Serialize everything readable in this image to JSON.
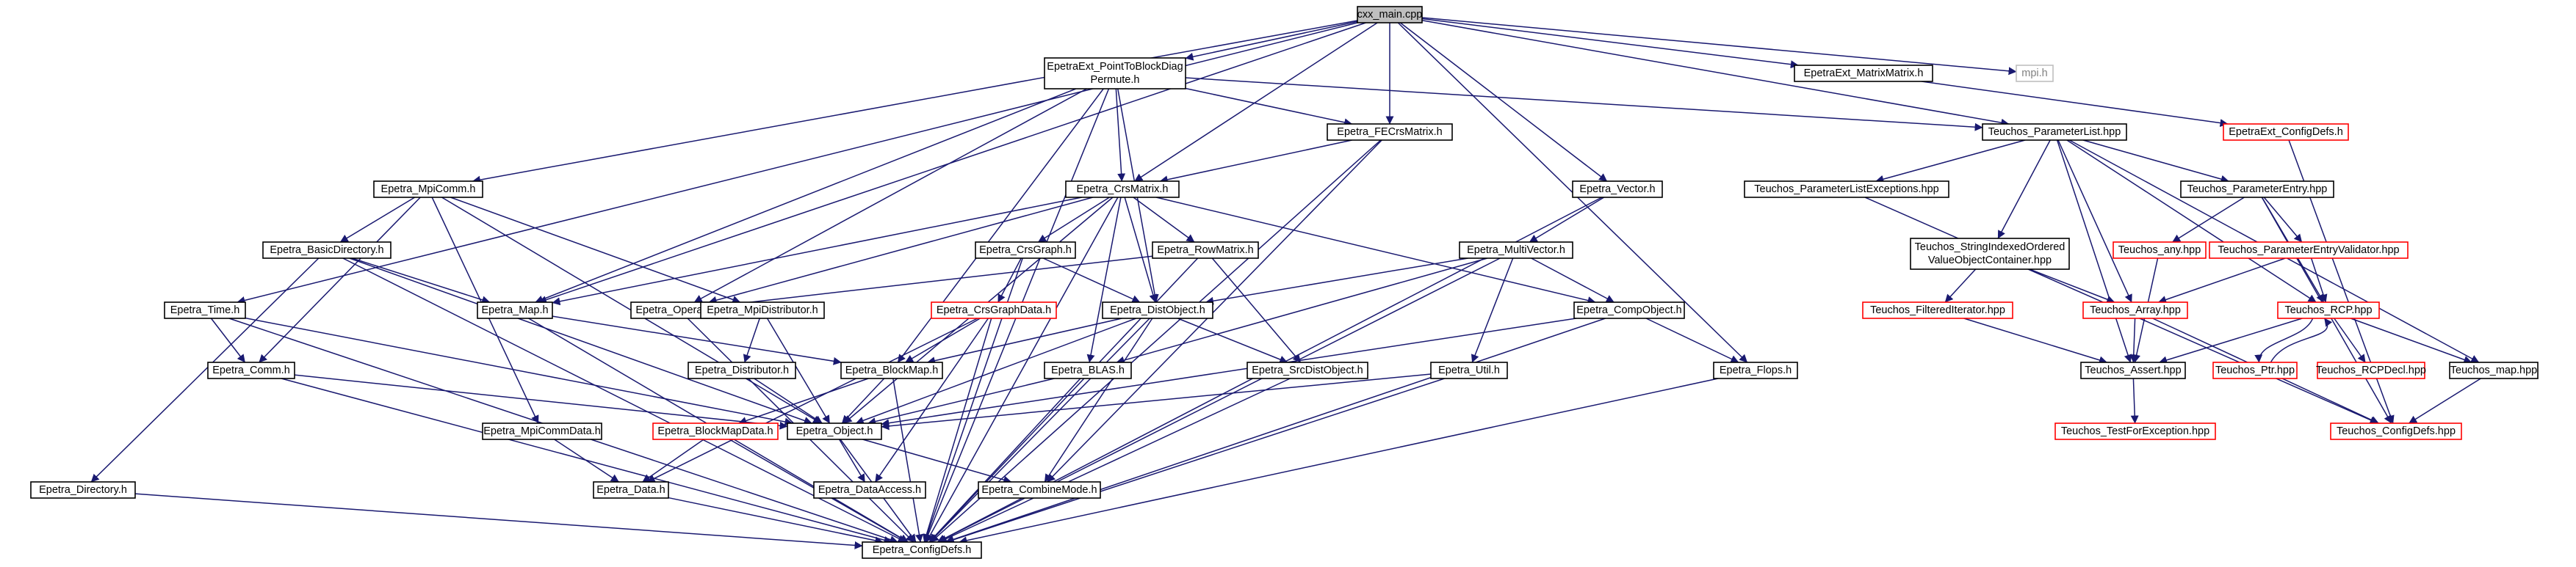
{
  "colors": {
    "edge": "#191970",
    "node_border": "#000000",
    "node_border_truncated": "#ff0000",
    "node_border_external": "#bfbfbf",
    "root_fill": "#bfbfbf",
    "text": "#000000",
    "text_external": "#808080"
  },
  "nodes": {
    "cxx_main": {
      "label": "cxx_main.cpp",
      "kind": "root"
    },
    "PointToBlockDiag": {
      "label": [
        "EpetraExt_PointToBlockDiag",
        "Permute.h"
      ],
      "kind": "normal"
    },
    "EpetraExt_MatrixMatrix": {
      "label": "EpetraExt_MatrixMatrix.h",
      "kind": "normal"
    },
    "mpi_h": {
      "label": "mpi.h",
      "kind": "external"
    },
    "EpetraExt_ConfigDefs": {
      "label": "EpetraExt_ConfigDefs.h",
      "kind": "truncated"
    },
    "Teuchos_ParameterList": {
      "label": "Teuchos_ParameterList.hpp",
      "kind": "normal"
    },
    "Epetra_FECrsMatrix": {
      "label": "Epetra_FECrsMatrix.h",
      "kind": "normal"
    },
    "Epetra_CrsMatrix": {
      "label": "Epetra_CrsMatrix.h",
      "kind": "normal"
    },
    "Epetra_Vector": {
      "label": "Epetra_Vector.h",
      "kind": "normal"
    },
    "Epetra_MpiComm": {
      "label": "Epetra_MpiComm.h",
      "kind": "normal"
    },
    "Epetra_BasicDirectory": {
      "label": "Epetra_BasicDirectory.h",
      "kind": "normal"
    },
    "Epetra_Time": {
      "label": "Epetra_Time.h",
      "kind": "normal"
    },
    "Epetra_Map": {
      "label": "Epetra_Map.h",
      "kind": "normal"
    },
    "Epetra_Operator": {
      "label": "Epetra_Operator.h",
      "kind": "normal"
    },
    "Epetra_CrsGraph": {
      "label": "Epetra_CrsGraph.h",
      "kind": "normal"
    },
    "Epetra_RowMatrix": {
      "label": "Epetra_RowMatrix.h",
      "kind": "normal"
    },
    "Epetra_MultiVector": {
      "label": "Epetra_MultiVector.h",
      "kind": "normal"
    },
    "Epetra_MpiDistributor": {
      "label": "Epetra_MpiDistributor.h",
      "kind": "normal"
    },
    "Epetra_CrsGraphData": {
      "label": "Epetra_CrsGraphData.h",
      "kind": "truncated"
    },
    "Epetra_DistObject": {
      "label": "Epetra_DistObject.h",
      "kind": "normal"
    },
    "Epetra_CompObject": {
      "label": "Epetra_CompObject.h",
      "kind": "normal"
    },
    "Epetra_Comm": {
      "label": "Epetra_Comm.h",
      "kind": "normal"
    },
    "Epetra_Distributor": {
      "label": "Epetra_Distributor.h",
      "kind": "normal"
    },
    "Epetra_BlockMap": {
      "label": "Epetra_BlockMap.h",
      "kind": "normal"
    },
    "Epetra_BLAS": {
      "label": "Epetra_BLAS.h",
      "kind": "normal"
    },
    "Epetra_SrcDistObject": {
      "label": "Epetra_SrcDistObject.h",
      "kind": "normal"
    },
    "Epetra_Util": {
      "label": "Epetra_Util.h",
      "kind": "normal"
    },
    "Epetra_Flops": {
      "label": "Epetra_Flops.h",
      "kind": "normal"
    },
    "Epetra_MpiCommData": {
      "label": "Epetra_MpiCommData.h",
      "kind": "normal"
    },
    "Epetra_BlockMapData": {
      "label": "Epetra_BlockMapData.h",
      "kind": "truncated"
    },
    "Epetra_Object": {
      "label": "Epetra_Object.h",
      "kind": "normal"
    },
    "Epetra_Directory": {
      "label": "Epetra_Directory.h",
      "kind": "normal"
    },
    "Epetra_Data": {
      "label": "Epetra_Data.h",
      "kind": "normal"
    },
    "Epetra_DataAccess": {
      "label": "Epetra_DataAccess.h",
      "kind": "normal"
    },
    "Epetra_CombineMode": {
      "label": "Epetra_CombineMode.h",
      "kind": "normal"
    },
    "Epetra_ConfigDefs": {
      "label": "Epetra_ConfigDefs.h",
      "kind": "normal"
    },
    "Teuchos_ParameterListExceptions": {
      "label": "Teuchos_ParameterListExceptions.hpp",
      "kind": "normal"
    },
    "Teuchos_ParameterEntry": {
      "label": "Teuchos_ParameterEntry.hpp",
      "kind": "normal"
    },
    "Teuchos_StringIndexed": {
      "label": [
        "Teuchos_StringIndexedOrdered",
        "ValueObjectContainer.hpp"
      ],
      "kind": "normal"
    },
    "Teuchos_any": {
      "label": "Teuchos_any.hpp",
      "kind": "truncated"
    },
    "Teuchos_ParameterEntryValidator": {
      "label": "Teuchos_ParameterEntryValidator.hpp",
      "kind": "truncated"
    },
    "Teuchos_FilteredIterator": {
      "label": "Teuchos_FilteredIterator.hpp",
      "kind": "truncated"
    },
    "Teuchos_Array": {
      "label": "Teuchos_Array.hpp",
      "kind": "truncated"
    },
    "Teuchos_RCP": {
      "label": "Teuchos_RCP.hpp",
      "kind": "truncated"
    },
    "Teuchos_Assert": {
      "label": "Teuchos_Assert.hpp",
      "kind": "normal"
    },
    "Teuchos_Ptr": {
      "label": "Teuchos_Ptr.hpp",
      "kind": "truncated"
    },
    "Teuchos_RCPDecl": {
      "label": "Teuchos_RCPDecl.hpp",
      "kind": "truncated"
    },
    "Teuchos_map": {
      "label": "Teuchos_map.hpp",
      "kind": "normal"
    },
    "Teuchos_TestForException": {
      "label": "Teuchos_TestForException.hpp",
      "kind": "truncated"
    },
    "Teuchos_ConfigDefs": {
      "label": "Teuchos_ConfigDefs.hpp",
      "kind": "truncated"
    }
  },
  "edges": [
    [
      "cxx_main",
      "PointToBlockDiag"
    ],
    [
      "cxx_main",
      "EpetraExt_MatrixMatrix"
    ],
    [
      "cxx_main",
      "mpi_h"
    ],
    [
      "cxx_main",
      "Teuchos_ParameterList"
    ],
    [
      "cxx_main",
      "Epetra_FECrsMatrix"
    ],
    [
      "cxx_main",
      "Epetra_CrsMatrix"
    ],
    [
      "cxx_main",
      "Epetra_Vector"
    ],
    [
      "cxx_main",
      "Epetra_MpiComm"
    ],
    [
      "cxx_main",
      "Epetra_Time"
    ],
    [
      "cxx_main",
      "Epetra_Map"
    ],
    [
      "cxx_main",
      "Epetra_Flops"
    ],
    [
      "EpetraExt_MatrixMatrix",
      "EpetraExt_ConfigDefs"
    ],
    [
      "EpetraExt_ConfigDefs",
      "Teuchos_ConfigDefs"
    ],
    [
      "PointToBlockDiag",
      "Teuchos_ParameterList"
    ],
    [
      "PointToBlockDiag",
      "Epetra_FECrsMatrix"
    ],
    [
      "PointToBlockDiag",
      "Epetra_CrsMatrix"
    ],
    [
      "PointToBlockDiag",
      "Epetra_Map"
    ],
    [
      "PointToBlockDiag",
      "Epetra_Operator"
    ],
    [
      "PointToBlockDiag",
      "Epetra_DistObject"
    ],
    [
      "PointToBlockDiag",
      "Epetra_BlockMap"
    ],
    [
      "PointToBlockDiag",
      "Epetra_ConfigDefs"
    ],
    [
      "Epetra_FECrsMatrix",
      "Epetra_CrsMatrix"
    ],
    [
      "Epetra_FECrsMatrix",
      "Epetra_CombineMode"
    ],
    [
      "Epetra_FECrsMatrix",
      "Epetra_ConfigDefs"
    ],
    [
      "Epetra_CrsMatrix",
      "Epetra_CrsGraph"
    ],
    [
      "Epetra_CrsMatrix",
      "Epetra_RowMatrix"
    ],
    [
      "Epetra_CrsMatrix",
      "Epetra_DistObject"
    ],
    [
      "Epetra_CrsMatrix",
      "Epetra_CompObject"
    ],
    [
      "Epetra_CrsMatrix",
      "Epetra_BLAS"
    ],
    [
      "Epetra_CrsMatrix",
      "Epetra_Map"
    ],
    [
      "Epetra_CrsMatrix",
      "Epetra_Operator"
    ],
    [
      "Epetra_CrsMatrix",
      "Epetra_Object"
    ],
    [
      "Epetra_CrsMatrix",
      "Epetra_ConfigDefs"
    ],
    [
      "Epetra_Vector",
      "Epetra_MultiVector"
    ],
    [
      "Epetra_Vector",
      "Epetra_ConfigDefs"
    ],
    [
      "Epetra_MpiComm",
      "Epetra_BasicDirectory"
    ],
    [
      "Epetra_MpiComm",
      "Epetra_MpiDistributor"
    ],
    [
      "Epetra_MpiComm",
      "Epetra_Comm"
    ],
    [
      "Epetra_MpiComm",
      "Epetra_MpiCommData"
    ],
    [
      "Epetra_MpiComm",
      "Epetra_Object"
    ],
    [
      "Epetra_BasicDirectory",
      "Epetra_Directory"
    ],
    [
      "Epetra_BasicDirectory",
      "Epetra_Map"
    ],
    [
      "Epetra_BasicDirectory",
      "Epetra_Object"
    ],
    [
      "Epetra_BasicDirectory",
      "Epetra_ConfigDefs"
    ],
    [
      "Epetra_Time",
      "Epetra_Comm"
    ],
    [
      "Epetra_Time",
      "Epetra_Object"
    ],
    [
      "Epetra_Time",
      "Epetra_ConfigDefs"
    ],
    [
      "Epetra_Map",
      "Epetra_BlockMap"
    ],
    [
      "Epetra_Map",
      "Epetra_ConfigDefs"
    ],
    [
      "Epetra_Operator",
      "Epetra_ConfigDefs"
    ],
    [
      "Epetra_CrsGraph",
      "Epetra_CrsGraphData"
    ],
    [
      "Epetra_CrsGraph",
      "Epetra_DistObject"
    ],
    [
      "Epetra_CrsGraph",
      "Epetra_ConfigDefs"
    ],
    [
      "Epetra_RowMatrix",
      "Epetra_Operator"
    ],
    [
      "Epetra_RowMatrix",
      "Epetra_SrcDistObject"
    ],
    [
      "Epetra_RowMatrix",
      "Epetra_ConfigDefs"
    ],
    [
      "Epetra_MultiVector",
      "Epetra_DistObject"
    ],
    [
      "Epetra_MultiVector",
      "Epetra_CompObject"
    ],
    [
      "Epetra_MultiVector",
      "Epetra_BLAS"
    ],
    [
      "Epetra_MultiVector",
      "Epetra_Util"
    ],
    [
      "Epetra_MultiVector",
      "Epetra_ConfigDefs"
    ],
    [
      "Epetra_MpiDistributor",
      "Epetra_Distributor"
    ],
    [
      "Epetra_MpiDistributor",
      "Epetra_Object"
    ],
    [
      "Epetra_CrsGraphData",
      "Epetra_BlockMap"
    ],
    [
      "Epetra_CrsGraphData",
      "Epetra_Data"
    ],
    [
      "Epetra_CrsGraphData",
      "Epetra_DataAccess"
    ],
    [
      "Epetra_CrsGraphData",
      "Epetra_ConfigDefs"
    ],
    [
      "Epetra_DistObject",
      "Epetra_BlockMap"
    ],
    [
      "Epetra_DistObject",
      "Epetra_SrcDistObject"
    ],
    [
      "Epetra_DistObject",
      "Epetra_Object"
    ],
    [
      "Epetra_DistObject",
      "Epetra_CombineMode"
    ],
    [
      "Epetra_DistObject",
      "Epetra_ConfigDefs"
    ],
    [
      "Epetra_CompObject",
      "Epetra_Flops"
    ],
    [
      "Epetra_CompObject",
      "Epetra_Object"
    ],
    [
      "Epetra_CompObject",
      "Epetra_ConfigDefs"
    ],
    [
      "Epetra_Comm",
      "Epetra_Object"
    ],
    [
      "Epetra_Comm",
      "Epetra_ConfigDefs"
    ],
    [
      "Epetra_Distributor",
      "Epetra_Object"
    ],
    [
      "Epetra_BlockMap",
      "Epetra_Object"
    ],
    [
      "Epetra_BlockMap",
      "Epetra_BlockMapData"
    ],
    [
      "Epetra_BlockMap",
      "Epetra_ConfigDefs"
    ],
    [
      "Epetra_BLAS",
      "Epetra_Object"
    ],
    [
      "Epetra_BLAS",
      "Epetra_ConfigDefs"
    ],
    [
      "Epetra_SrcDistObject",
      "Epetra_ConfigDefs"
    ],
    [
      "Epetra_Util",
      "Epetra_Object"
    ],
    [
      "Epetra_Util",
      "Epetra_ConfigDefs"
    ],
    [
      "Epetra_Flops",
      "Epetra_ConfigDefs"
    ],
    [
      "Epetra_MpiCommData",
      "Epetra_Data"
    ],
    [
      "Epetra_BlockMapData",
      "Epetra_Data"
    ],
    [
      "Epetra_BlockMapData",
      "Epetra_ConfigDefs"
    ],
    [
      "Epetra_Object",
      "Epetra_DataAccess"
    ],
    [
      "Epetra_Object",
      "Epetra_CombineMode"
    ],
    [
      "Epetra_Object",
      "Epetra_ConfigDefs"
    ],
    [
      "Epetra_Directory",
      "Epetra_ConfigDefs"
    ],
    [
      "Epetra_Data",
      "Epetra_ConfigDefs"
    ],
    [
      "Teuchos_ParameterList",
      "Teuchos_ParameterListExceptions"
    ],
    [
      "Teuchos_ParameterList",
      "Teuchos_ParameterEntry"
    ],
    [
      "Teuchos_ParameterList",
      "Teuchos_StringIndexed"
    ],
    [
      "Teuchos_ParameterList",
      "Teuchos_Array"
    ],
    [
      "Teuchos_ParameterList",
      "Teuchos_Assert"
    ],
    [
      "Teuchos_ParameterList",
      "Teuchos_RCP"
    ],
    [
      "Teuchos_ParameterList",
      "Teuchos_map"
    ],
    [
      "Teuchos_ParameterListExceptions",
      "Teuchos_ConfigDefs"
    ],
    [
      "Teuchos_ParameterEntry",
      "Teuchos_any"
    ],
    [
      "Teuchos_ParameterEntry",
      "Teuchos_ParameterEntryValidator"
    ],
    [
      "Teuchos_ParameterEntry",
      "Teuchos_RCP"
    ],
    [
      "Teuchos_ParameterEntry",
      "Teuchos_ConfigDefs"
    ],
    [
      "Teuchos_StringIndexed",
      "Teuchos_FilteredIterator"
    ],
    [
      "Teuchos_StringIndexed",
      "Teuchos_Array"
    ],
    [
      "Teuchos_any",
      "Teuchos_Assert"
    ],
    [
      "Teuchos_ParameterEntryValidator",
      "Teuchos_Array"
    ],
    [
      "Teuchos_ParameterEntryValidator",
      "Teuchos_RCP"
    ],
    [
      "Teuchos_FilteredIterator",
      "Teuchos_Assert"
    ],
    [
      "Teuchos_Array",
      "Teuchos_Assert"
    ],
    [
      "Teuchos_Array",
      "Teuchos_ConfigDefs"
    ],
    [
      "Teuchos_RCP",
      "Teuchos_Assert"
    ],
    [
      "Teuchos_RCP",
      "Teuchos_Ptr"
    ],
    [
      "Teuchos_RCP",
      "Teuchos_RCPDecl"
    ],
    [
      "Teuchos_RCP",
      "Teuchos_map"
    ],
    [
      "Teuchos_Ptr",
      "Teuchos_RCP"
    ],
    [
      "Teuchos_Assert",
      "Teuchos_TestForException"
    ],
    [
      "Teuchos_map",
      "Teuchos_ConfigDefs"
    ]
  ]
}
